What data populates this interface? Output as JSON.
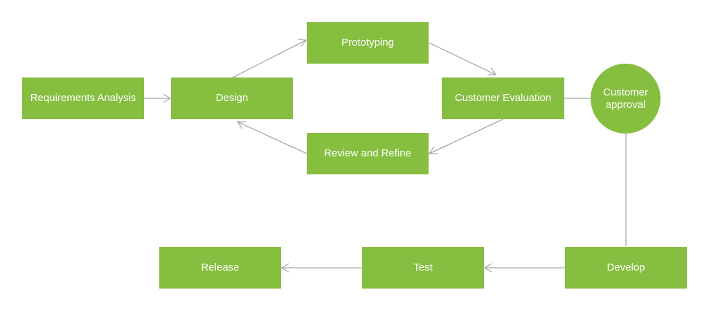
{
  "nodes": {
    "requirements": "Requirements Analysis",
    "design": "Design",
    "prototyping": "Prototyping",
    "evaluation": "Customer Evaluation",
    "approval_line1": "Customer",
    "approval_line2": "approval",
    "review": "Review and Refine",
    "develop": "Develop",
    "test": "Test",
    "release": "Release"
  },
  "colors": {
    "node_fill": "#86bf40",
    "node_text": "#ffffff",
    "connector": "#a6a6a6"
  }
}
